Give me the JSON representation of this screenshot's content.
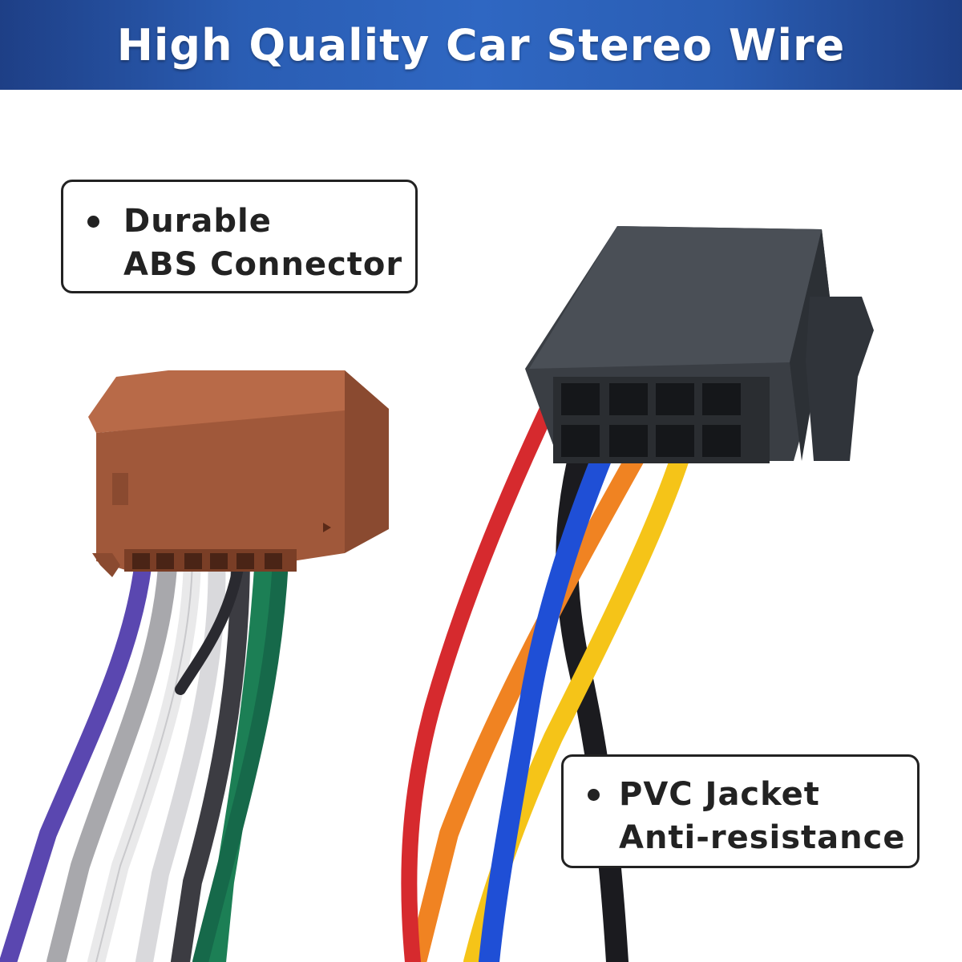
{
  "banner": {
    "title": "High Quality Car Stereo Wire",
    "colors": {
      "dark": "#1e3f86",
      "mid": "#2f67c2"
    }
  },
  "callouts": [
    {
      "lines": [
        "Durable",
        "ABS Connector"
      ]
    },
    {
      "lines": [
        "PVC Jacket",
        "Anti-resistance"
      ]
    }
  ],
  "photo": {
    "subjects": [
      "brown-iso-connector",
      "black-iso-connector",
      "wire-bundle"
    ],
    "connector_colors": {
      "brown": "#a0583a",
      "black": "#3a3e44"
    },
    "wire_colors": {
      "red": "#d62a2e",
      "blue": "#1f4fd6",
      "orange": "#f08322",
      "yellow": "#f5c418",
      "black": "#1b1b1f",
      "purple": "#5a47b0",
      "gray": "#a8a8ac",
      "white": "#e9e9ea",
      "green": "#1c7f55",
      "dark-gray": "#3c3c42"
    }
  }
}
